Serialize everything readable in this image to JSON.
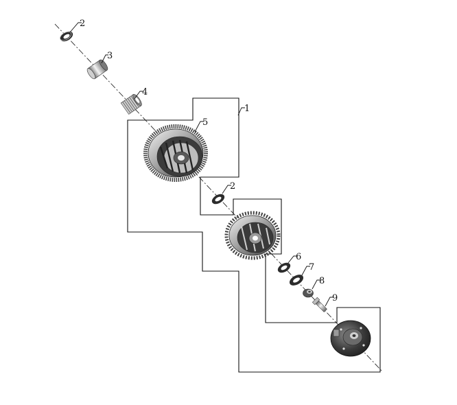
{
  "diagram": {
    "callouts": {
      "c1": "1",
      "c2a": "2",
      "c2b": "2",
      "c3": "3",
      "c4": "4",
      "c5": "5",
      "c6": "6",
      "c7": "7",
      "c8": "8",
      "c9": "9"
    },
    "colors": {
      "line": "#111111",
      "metal_dark": "#2b2b2b",
      "metal_mid": "#7a7a7a",
      "metal_light": "#d9d9d9",
      "background": "#ffffff"
    }
  }
}
